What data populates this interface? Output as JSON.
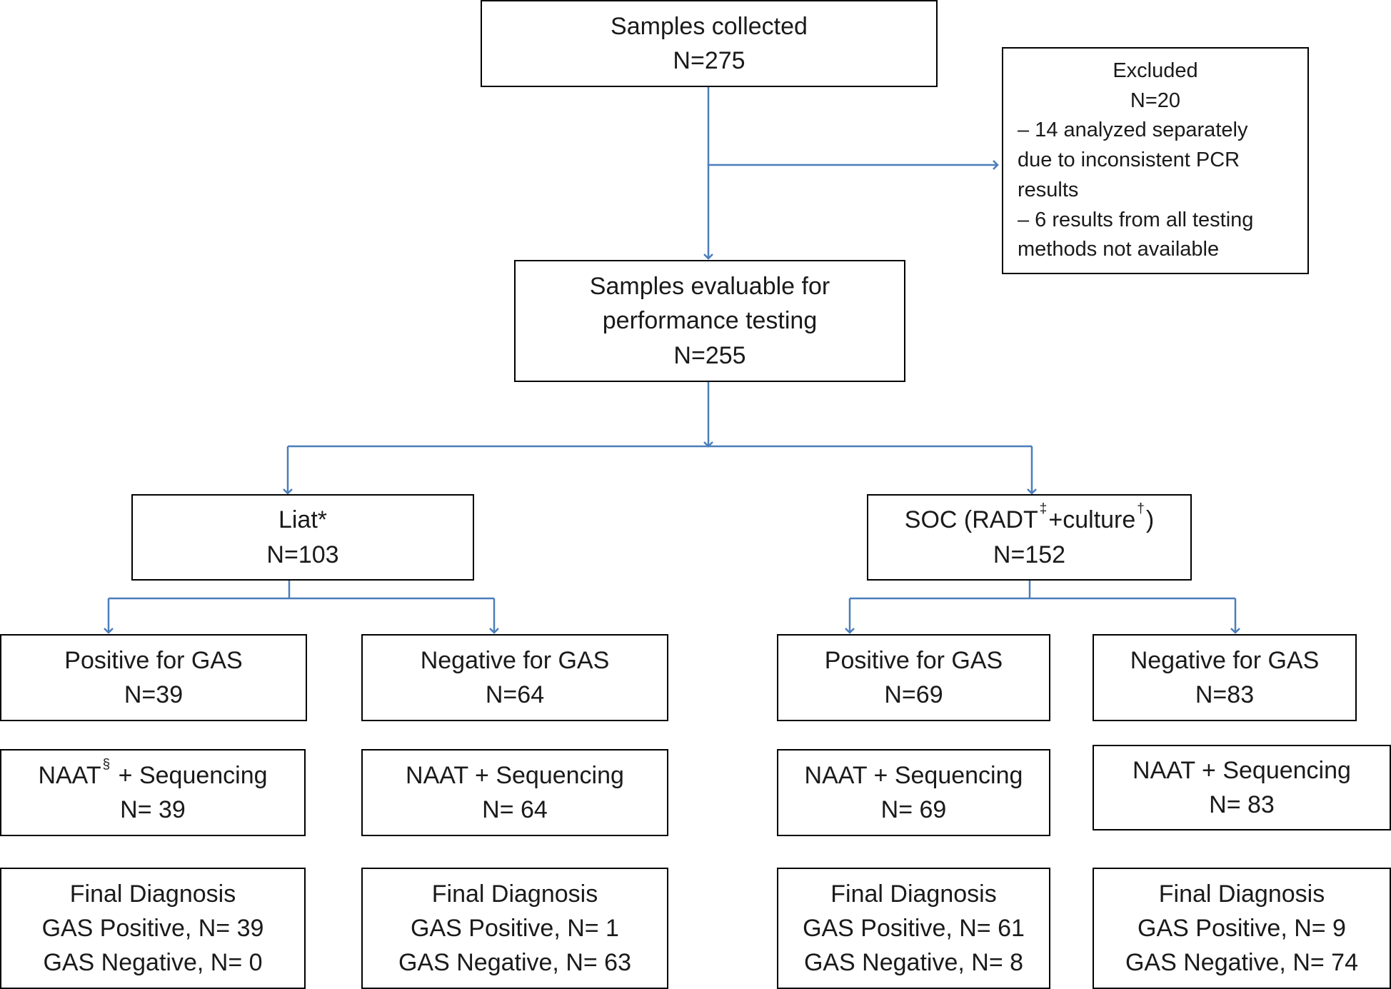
{
  "collected": {
    "title": "Samples collected",
    "n": "N=275"
  },
  "excluded": {
    "title": "Excluded",
    "n": "N=20",
    "reason1_a": "– 14 analyzed separately",
    "reason1_b": "due to inconsistent PCR",
    "reason1_c": "results",
    "reason2_a": "– 6 results from all testing",
    "reason2_b": "methods not available"
  },
  "evaluable": {
    "title_a": "Samples evaluable for",
    "title_b": "performance testing",
    "n": "N=255"
  },
  "liat": {
    "title": "Liat*",
    "n": "N=103"
  },
  "soc": {
    "title_a": "SOC (RADT",
    "sup1": "‡",
    "title_b": "+culture",
    "sup2": "†",
    "title_c": ")",
    "n": "N=152"
  },
  "liat_pos": {
    "title": "Positive for GAS",
    "n": "N=39"
  },
  "liat_neg": {
    "title": "Negative for GAS",
    "n": "N=64"
  },
  "soc_pos": {
    "title": "Positive for GAS",
    "n": "N=69"
  },
  "soc_neg": {
    "title": "Negative for GAS",
    "n": "N=83"
  },
  "naat1": {
    "title_a": "NAAT",
    "sup": "§",
    "title_b": "+ Sequencing",
    "n": "N= 39"
  },
  "naat2": {
    "title": "NAAT + Sequencing",
    "n": "N= 64"
  },
  "naat3": {
    "title": "NAAT + Sequencing",
    "n": "N= 69"
  },
  "naat4": {
    "title": "NAAT + Sequencing",
    "n": "N= 83"
  },
  "final1": {
    "title": "Final Diagnosis",
    "pos": "GAS Positive, N= 39",
    "neg": "GAS Negative, N= 0"
  },
  "final2": {
    "title": "Final Diagnosis",
    "pos": "GAS Positive, N= 1",
    "neg": "GAS Negative, N= 63"
  },
  "final3": {
    "title": "Final Diagnosis",
    "pos": "GAS Positive, N= 61",
    "neg": "GAS Negative, N= 8"
  },
  "final4": {
    "title": "Final Diagnosis",
    "pos": "GAS Positive, N= 9",
    "neg": "GAS Negative, N= 74"
  },
  "colors": {
    "connector": "#4a7ebb",
    "border": "#000000"
  }
}
